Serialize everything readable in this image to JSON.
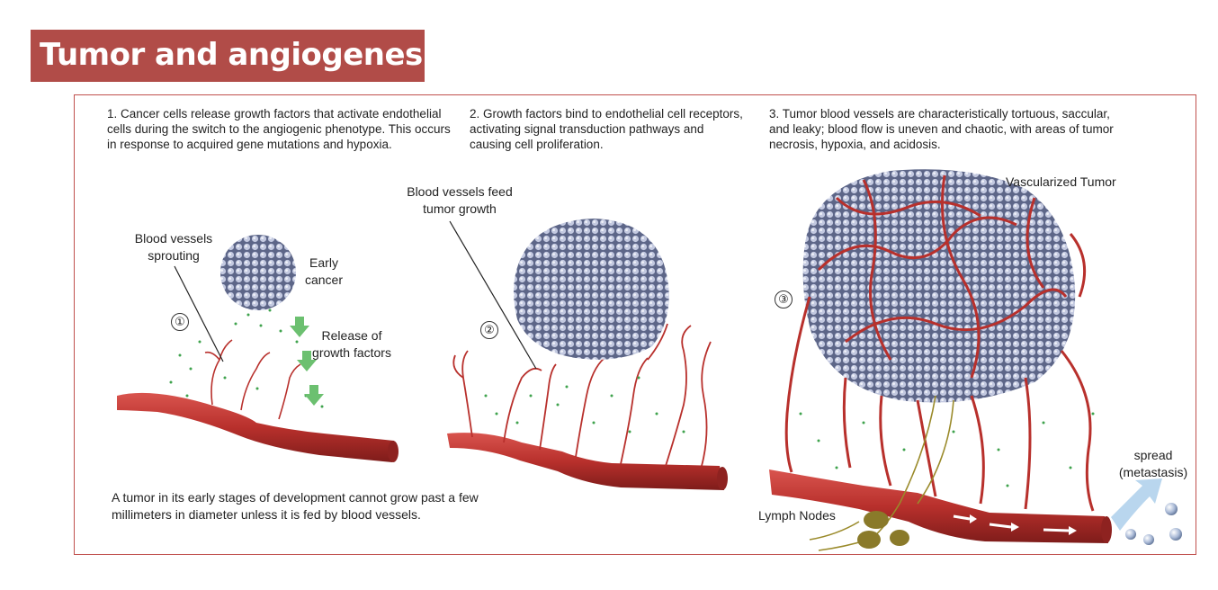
{
  "title": "Tumor and angiogenesis",
  "colors": {
    "title_bg": "#b14c48",
    "frame_border": "#c0504d",
    "vessel": "#b8302c",
    "tumor": "#8e97b8",
    "growth_factor": "#3fa34d",
    "arrow": "#6cc070"
  },
  "panels": [
    {
      "caption": "1. Cancer cells release growth factors that activate endothelial cells during the switch to the angiogenic phenotype. This occurs in response to acquired gene mutations and hypoxia.",
      "step": "①",
      "labels": {
        "sprouting": "Blood vessels sprouting",
        "early_cancer": "Early cancer",
        "release": "Release of growth factors"
      }
    },
    {
      "caption": "2. Growth factors bind to endothelial cell receptors, activating signal transduction pathways and causing cell proliferation.",
      "step": "②",
      "labels": {
        "feed": "Blood vessels feed tumor growth"
      }
    },
    {
      "caption": "3. Tumor blood vessels are characteristically tortuous, saccular, and leaky; blood flow is uneven and chaotic, with areas of tumor necrosis, hypoxia, and acidosis.",
      "step": "③",
      "labels": {
        "vascularized": "Vascularized Tumor",
        "lymph": "Lymph Nodes",
        "spread": "spread (metastasis)"
      }
    }
  ],
  "footnote": "A tumor in its early stages of development cannot grow past a few millimeters in diameter unless it is fed by blood vessels."
}
